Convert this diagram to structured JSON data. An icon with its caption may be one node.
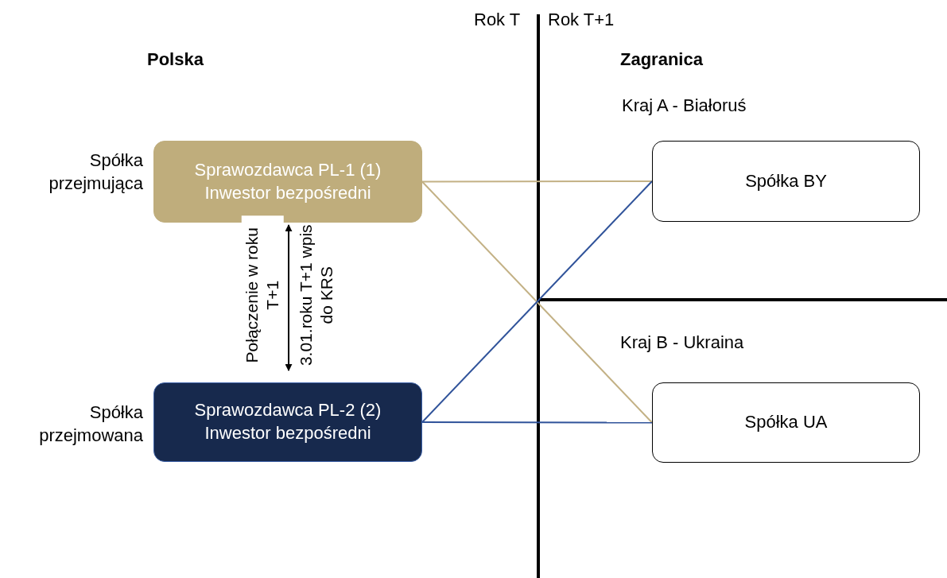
{
  "diagram": {
    "nodes": [
      {
        "text": [
          "Sprawozdawca PL-1 (1) Inwestor bezpośredni"
        ],
        "beside": [
          "Spółka przejmująca"
        ]
      },
      {
        "text": [
          "Sprawozdawca PL-2 (2) Inwestor bezpośredni"
        ],
        "beside": [
          "Spółka przejmowana"
        ]
      },
      {
        "text": [
          "Spółka BY"
        ]
      },
      {
        "text": [
          "Spółka UA"
        ]
      }
    ],
    "edges": [
      {
        "from": 0,
        "to": 2,
        "arrow": "none",
        "color": "#c3b185"
      },
      {
        "from": 0,
        "to": 3,
        "arrow": "none",
        "color": "#c3b185"
      },
      {
        "from": 1,
        "to": 2,
        "arrow": "none",
        "color": "#30539a"
      },
      {
        "from": 1,
        "to": 3,
        "arrow": "none",
        "color": "#30539a"
      },
      {
        "from": 0,
        "to": 1,
        "arrow": "both",
        "label": "Połączenie w roku T+1",
        "color": "#000000"
      }
    ],
    "labels": [
      "Rok T",
      "Rok T+1",
      "Polska",
      "Zagranica",
      "Kraj A - Białoruś",
      "3.01.roku T+1 wpis do KRS",
      "Kraj B - Ukraina"
    ]
  }
}
